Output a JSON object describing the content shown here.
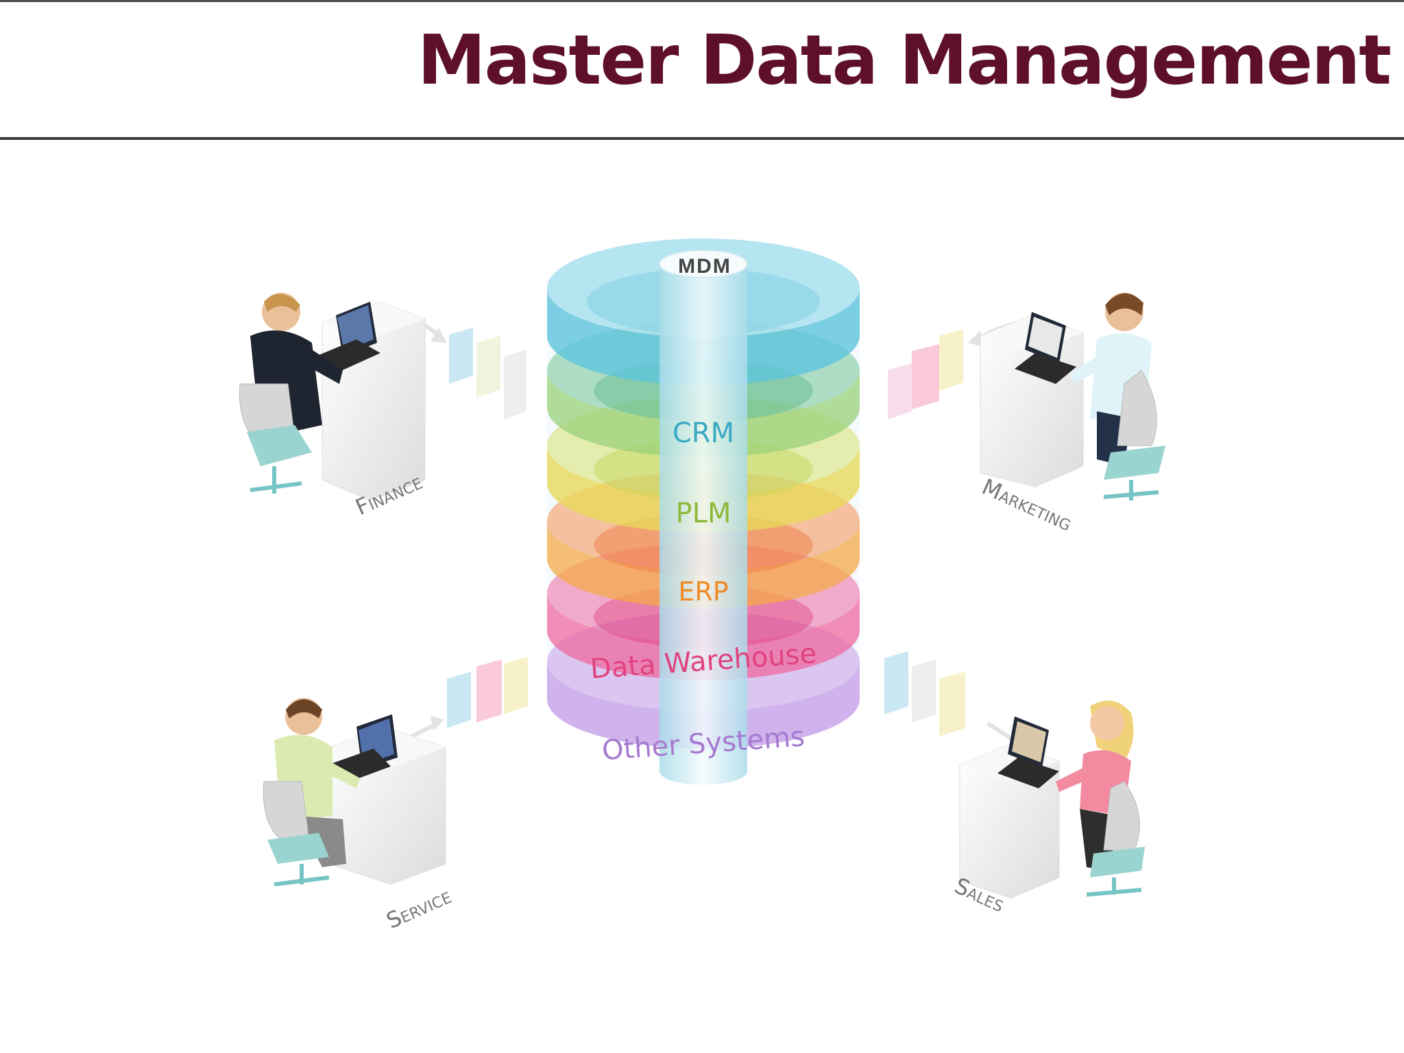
{
  "title": "Master Data Management",
  "colors": {
    "title": "#5e0f2b",
    "crm": "#5ec4dc",
    "plm": "#9ad27a",
    "erp": "#f4a94a",
    "data_warehouse": "#ef6aa0",
    "other_systems": "#c49ae6"
  },
  "cylinder": {
    "top_label": "MDM",
    "layers": [
      {
        "label": "CRM",
        "color": "#5ec4dc"
      },
      {
        "label": "PLM",
        "color": "#9ad27a"
      },
      {
        "label": "ERP",
        "color": "#f4a94a"
      },
      {
        "label": "Data Warehouse",
        "color": "#ef6aa0"
      },
      {
        "label": "Other Systems",
        "color": "#c49ae6"
      }
    ]
  },
  "departments": {
    "finance": "Finance",
    "marketing": "Marketing",
    "service": "Service",
    "sales": "Sales"
  }
}
